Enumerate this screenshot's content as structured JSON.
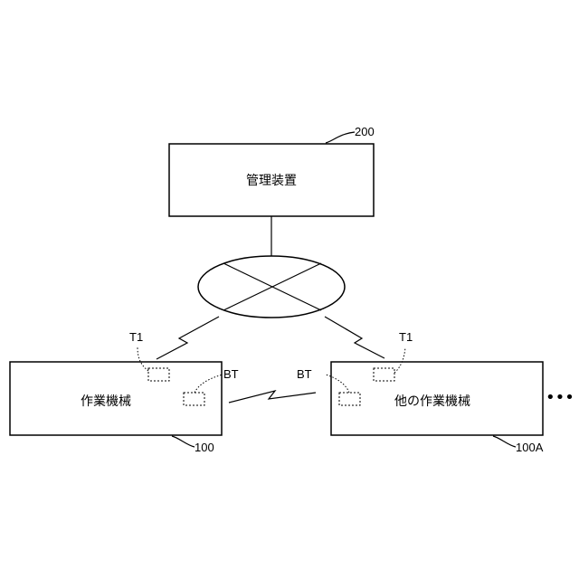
{
  "management": {
    "label": "管理装置",
    "ref": "200"
  },
  "machine": {
    "label": "作業機械",
    "ref": "100",
    "terminal": "T1",
    "bt": "BT"
  },
  "other_machine": {
    "label": "他の作業機械",
    "ref": "100A",
    "terminal": "T1",
    "bt": "BT"
  },
  "more": "•••"
}
